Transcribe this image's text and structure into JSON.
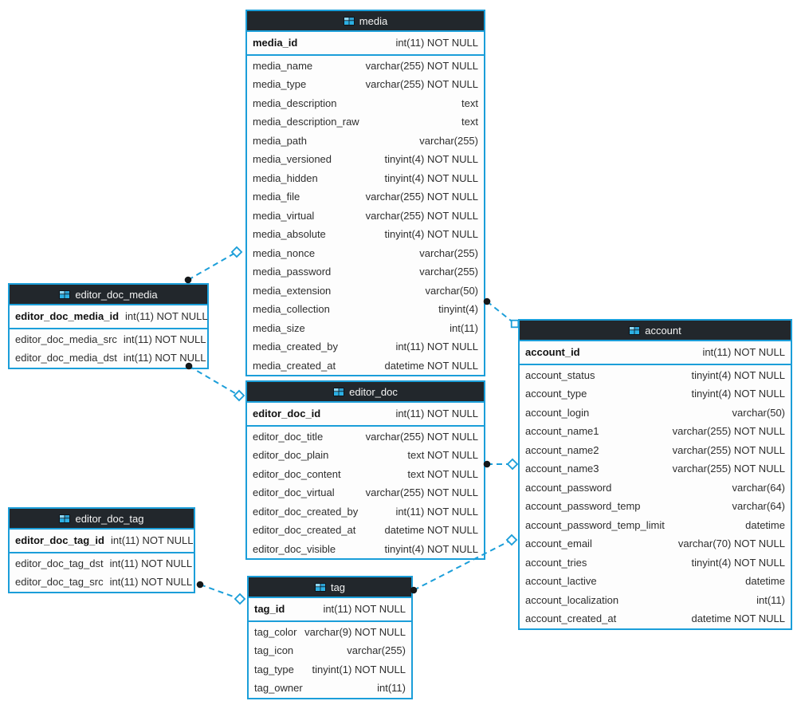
{
  "diagram": {
    "colors": {
      "accent": "#1b9ed9",
      "header_bg": "#22272c",
      "header_text": "#f5f5f5",
      "body_bg": "#fdfdfd",
      "text": "#2e2e2e",
      "pk_text": "#111111",
      "canvas_bg": "#ffffff",
      "connector_dot": "#15181a"
    },
    "tables": [
      {
        "name": "media",
        "icon": "table-icon",
        "columns": [
          {
            "name": "media_id",
            "type": "int(11) NOT NULL",
            "pk": true
          },
          {
            "name": "media_name",
            "type": "varchar(255) NOT NULL",
            "pk": false
          },
          {
            "name": "media_type",
            "type": "varchar(255) NOT NULL",
            "pk": false
          },
          {
            "name": "media_description",
            "type": "text",
            "pk": false
          },
          {
            "name": "media_description_raw",
            "type": "text",
            "pk": false
          },
          {
            "name": "media_path",
            "type": "varchar(255)",
            "pk": false
          },
          {
            "name": "media_versioned",
            "type": "tinyint(4) NOT NULL",
            "pk": false
          },
          {
            "name": "media_hidden",
            "type": "tinyint(4) NOT NULL",
            "pk": false
          },
          {
            "name": "media_file",
            "type": "varchar(255) NOT NULL",
            "pk": false
          },
          {
            "name": "media_virtual",
            "type": "varchar(255) NOT NULL",
            "pk": false
          },
          {
            "name": "media_absolute",
            "type": "tinyint(4) NOT NULL",
            "pk": false
          },
          {
            "name": "media_nonce",
            "type": "varchar(255)",
            "pk": false
          },
          {
            "name": "media_password",
            "type": "varchar(255)",
            "pk": false
          },
          {
            "name": "media_extension",
            "type": "varchar(50)",
            "pk": false
          },
          {
            "name": "media_collection",
            "type": "tinyint(4)",
            "pk": false
          },
          {
            "name": "media_size",
            "type": "int(11)",
            "pk": false
          },
          {
            "name": "media_created_by",
            "type": "int(11) NOT NULL",
            "pk": false
          },
          {
            "name": "media_created_at",
            "type": "datetime NOT NULL",
            "pk": false
          }
        ]
      },
      {
        "name": "editor_doc_media",
        "icon": "table-icon",
        "columns": [
          {
            "name": "editor_doc_media_id",
            "type": "int(11) NOT NULL",
            "pk": true
          },
          {
            "name": "editor_doc_media_src",
            "type": "int(11) NOT NULL",
            "pk": false
          },
          {
            "name": "editor_doc_media_dst",
            "type": "int(11) NOT NULL",
            "pk": false
          }
        ]
      },
      {
        "name": "editor_doc",
        "icon": "table-icon",
        "columns": [
          {
            "name": "editor_doc_id",
            "type": "int(11) NOT NULL",
            "pk": true
          },
          {
            "name": "editor_doc_title",
            "type": "varchar(255) NOT NULL",
            "pk": false
          },
          {
            "name": "editor_doc_plain",
            "type": "text NOT NULL",
            "pk": false
          },
          {
            "name": "editor_doc_content",
            "type": "text NOT NULL",
            "pk": false
          },
          {
            "name": "editor_doc_virtual",
            "type": "varchar(255) NOT NULL",
            "pk": false
          },
          {
            "name": "editor_doc_created_by",
            "type": "int(11) NOT NULL",
            "pk": false
          },
          {
            "name": "editor_doc_created_at",
            "type": "datetime NOT NULL",
            "pk": false
          },
          {
            "name": "editor_doc_visible",
            "type": "tinyint(4) NOT NULL",
            "pk": false
          }
        ]
      },
      {
        "name": "editor_doc_tag",
        "icon": "table-icon",
        "columns": [
          {
            "name": "editor_doc_tag_id",
            "type": "int(11) NOT NULL",
            "pk": true
          },
          {
            "name": "editor_doc_tag_dst",
            "type": "int(11) NOT NULL",
            "pk": false
          },
          {
            "name": "editor_doc_tag_src",
            "type": "int(11) NOT NULL",
            "pk": false
          }
        ]
      },
      {
        "name": "tag",
        "icon": "table-icon",
        "columns": [
          {
            "name": "tag_id",
            "type": "int(11) NOT NULL",
            "pk": true
          },
          {
            "name": "tag_color",
            "type": "varchar(9) NOT NULL",
            "pk": false
          },
          {
            "name": "tag_icon",
            "type": "varchar(255)",
            "pk": false
          },
          {
            "name": "tag_type",
            "type": "tinyint(1) NOT NULL",
            "pk": false
          },
          {
            "name": "tag_owner",
            "type": "int(11)",
            "pk": false
          }
        ]
      },
      {
        "name": "account",
        "icon": "table-icon",
        "columns": [
          {
            "name": "account_id",
            "type": "int(11) NOT NULL",
            "pk": true
          },
          {
            "name": "account_status",
            "type": "tinyint(4) NOT NULL",
            "pk": false
          },
          {
            "name": "account_type",
            "type": "tinyint(4) NOT NULL",
            "pk": false
          },
          {
            "name": "account_login",
            "type": "varchar(50)",
            "pk": false
          },
          {
            "name": "account_name1",
            "type": "varchar(255) NOT NULL",
            "pk": false
          },
          {
            "name": "account_name2",
            "type": "varchar(255) NOT NULL",
            "pk": false
          },
          {
            "name": "account_name3",
            "type": "varchar(255) NOT NULL",
            "pk": false
          },
          {
            "name": "account_password",
            "type": "varchar(64)",
            "pk": false
          },
          {
            "name": "account_password_temp",
            "type": "varchar(64)",
            "pk": false
          },
          {
            "name": "account_password_temp_limit",
            "type": "datetime",
            "pk": false
          },
          {
            "name": "account_email",
            "type": "varchar(70) NOT NULL",
            "pk": false
          },
          {
            "name": "account_tries",
            "type": "tinyint(4) NOT NULL",
            "pk": false
          },
          {
            "name": "account_lactive",
            "type": "datetime",
            "pk": false
          },
          {
            "name": "account_localization",
            "type": "int(11)",
            "pk": false
          },
          {
            "name": "account_created_at",
            "type": "datetime NOT NULL",
            "pk": false
          }
        ]
      }
    ],
    "connections": [
      {
        "from": "editor_doc_media",
        "to": "media"
      },
      {
        "from": "editor_doc_media",
        "to": "editor_doc"
      },
      {
        "from": "editor_doc",
        "to": "account"
      },
      {
        "from": "editor_doc_tag",
        "to": "tag"
      },
      {
        "from": "tag",
        "to": "account"
      },
      {
        "from": "media",
        "to": "account"
      }
    ]
  }
}
